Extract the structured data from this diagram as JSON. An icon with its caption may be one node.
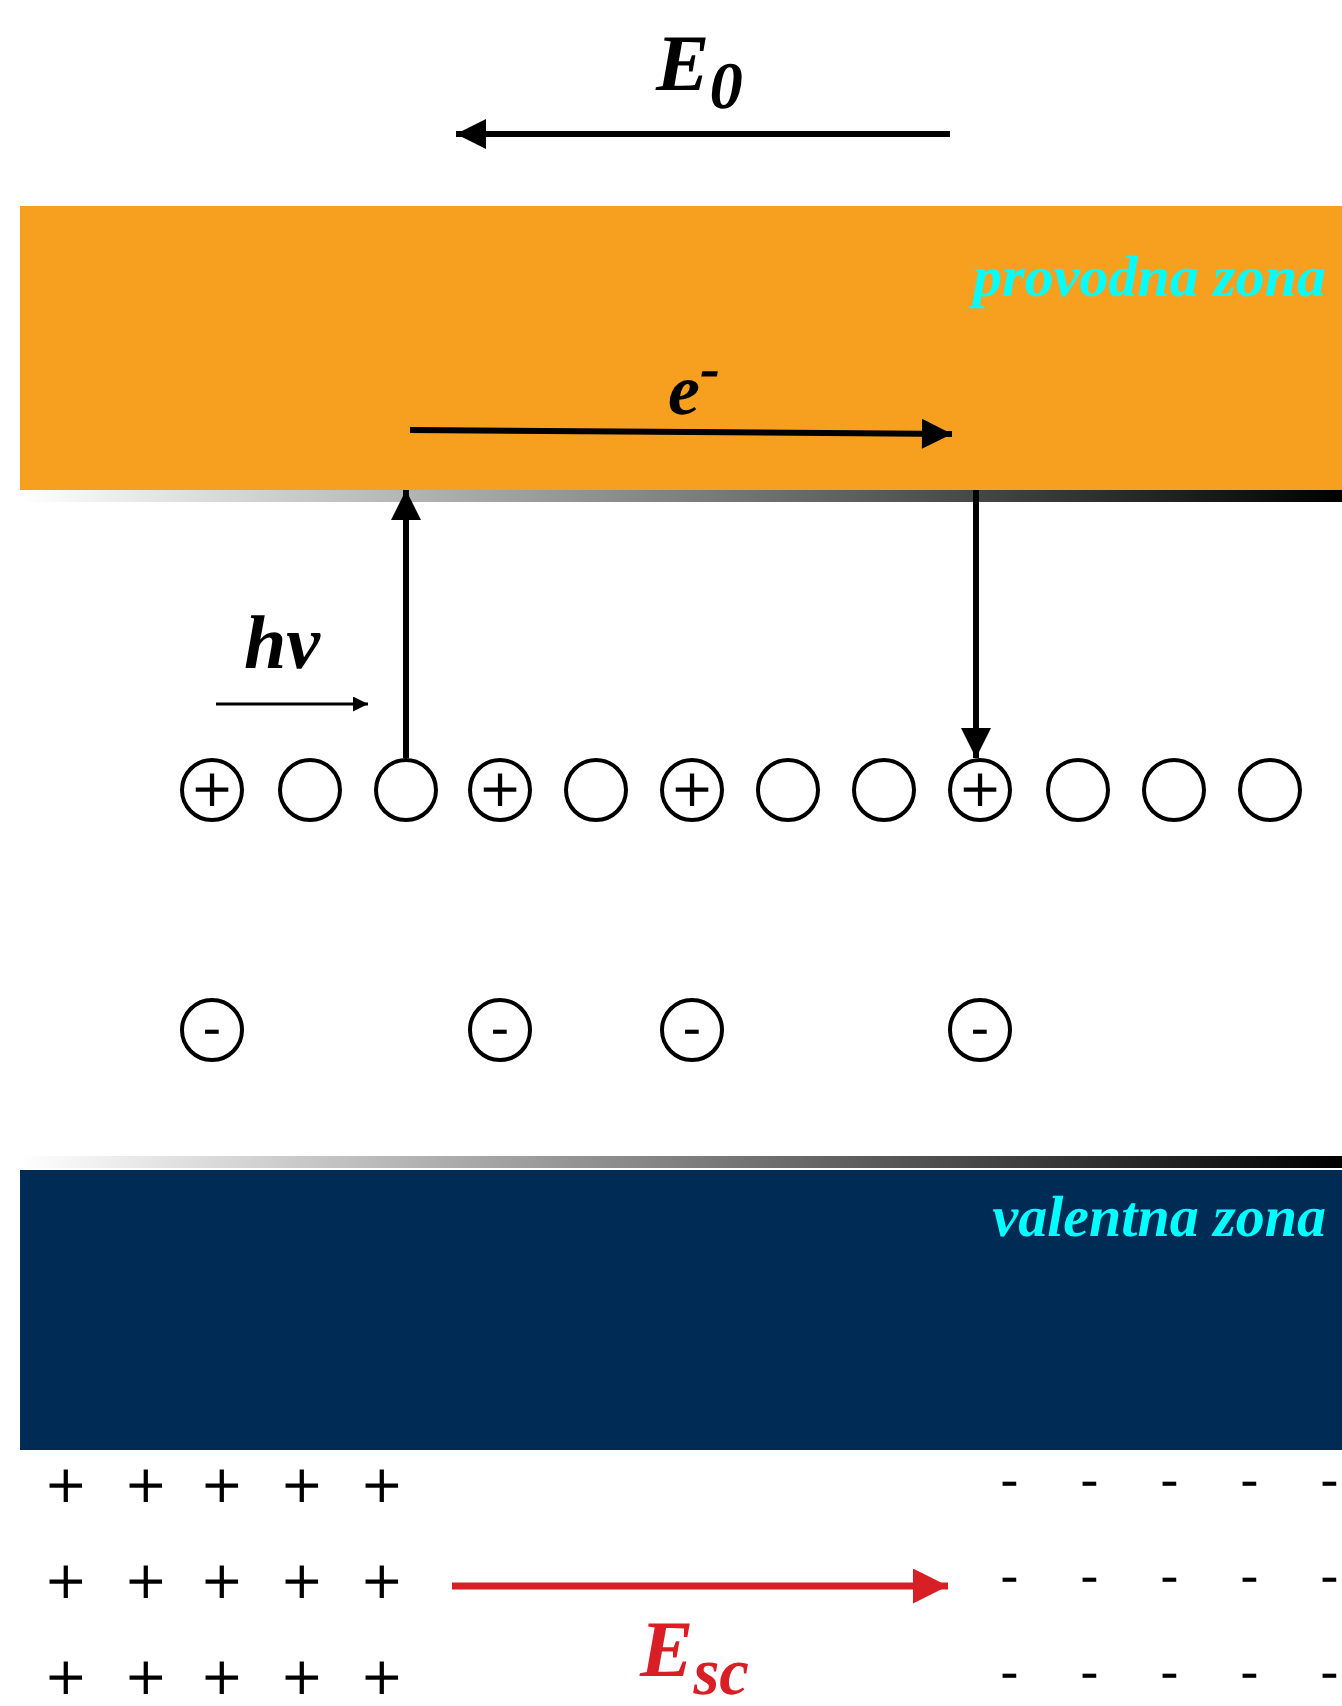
{
  "diagram": {
    "nodes": [
      {
        "text": [
          "provodna zona"
        ]
      },
      {
        "text": [
          "valentna zona"
        ]
      },
      {
        "text": [
          "+"
        ]
      },
      {
        "text": [],
        "shape": "circle"
      },
      {
        "text": [],
        "shape": "circle"
      },
      {
        "text": [
          "+"
        ]
      },
      {
        "text": [],
        "shape": "circle"
      },
      {
        "text": [
          "+"
        ]
      },
      {
        "text": [],
        "shape": "circle"
      },
      {
        "text": [],
        "shape": "circle"
      },
      {
        "text": [
          "+"
        ]
      },
      {
        "text": [],
        "shape": "circle"
      },
      {
        "text": [],
        "shape": "circle"
      },
      {
        "text": [],
        "shape": "circle"
      },
      {
        "text": [
          "-"
        ]
      },
      {
        "text": [
          "-"
        ]
      },
      {
        "text": [
          "-"
        ]
      },
      {
        "text": [
          "-"
        ]
      }
    ],
    "edges": [
      {
        "from": 4,
        "to": 0,
        "arrow": "to"
      },
      {
        "from": 0,
        "to": 10,
        "arrow": "to"
      }
    ],
    "labels": [
      "E$_{0}$",
      "e$^{-}$",
      "hv",
      "+",
      "+",
      "+",
      "+",
      "+",
      "-",
      "-",
      "-",
      "-",
      "-",
      "+",
      "+",
      "+",
      "+",
      "+",
      "-",
      "-",
      "-",
      "-",
      "-",
      "E$_{sc}$",
      "+",
      "+",
      "+",
      "+",
      "+",
      "-",
      "-",
      "-",
      "-",
      "-"
    ]
  }
}
